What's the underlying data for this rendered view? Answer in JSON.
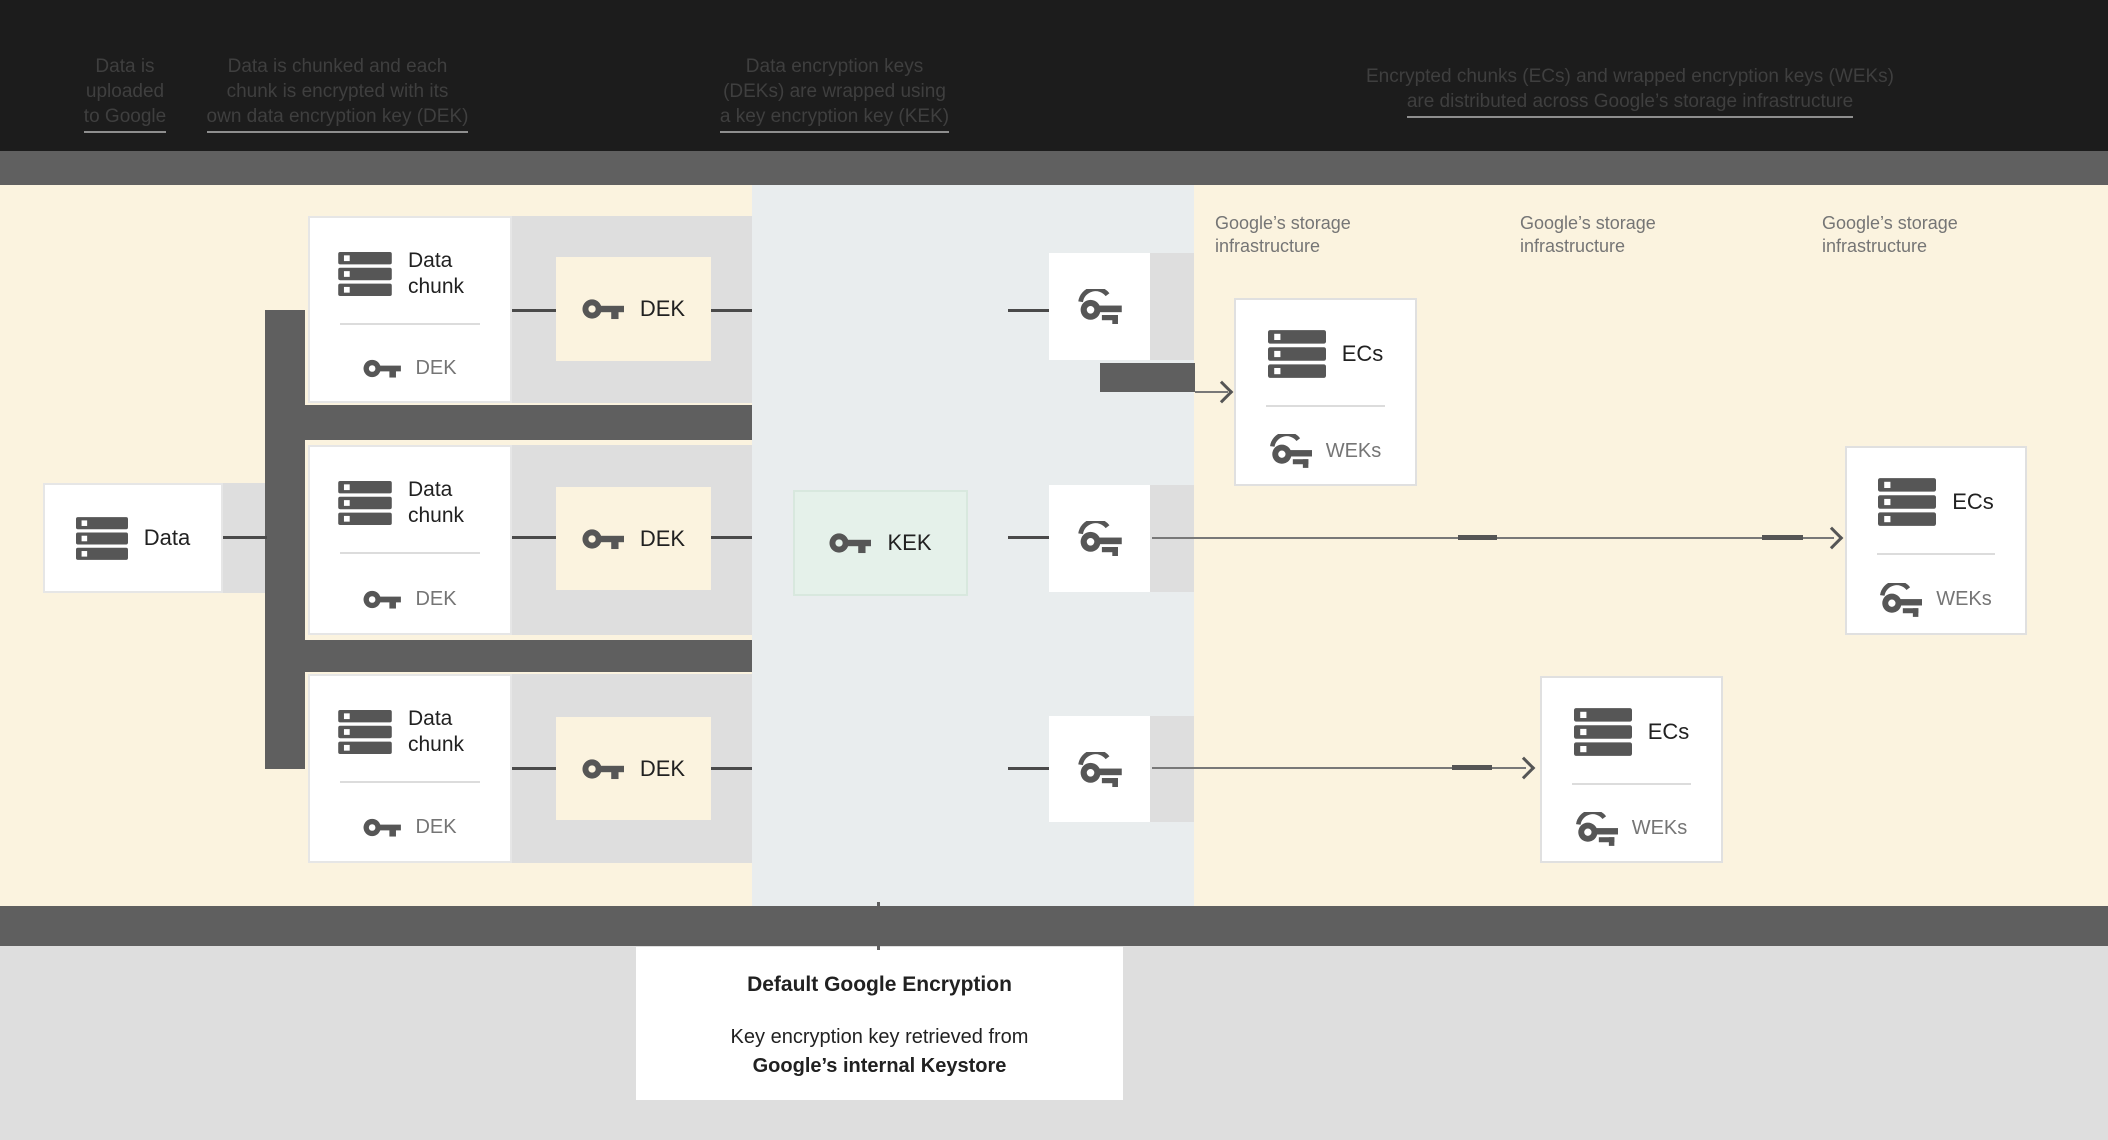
{
  "header": {
    "columns": [
      {
        "lines": [
          "Data is",
          "uploaded",
          "to Google"
        ]
      },
      {
        "lines": [
          "Data is chunked and each",
          "chunk is encrypted with its",
          "own data encryption key (DEK)"
        ]
      },
      {
        "lines": [
          "Data encryption keys",
          "(DEKs) are wrapped using",
          "a key encryption key (KEK)"
        ]
      },
      {
        "lines": [
          "Encrypted chunks (ECs) and wrapped encryption keys (WEKs)",
          "are distributed across Google’s storage infrastructure"
        ]
      }
    ]
  },
  "diagram": {
    "data_box": {
      "label": "Data"
    },
    "chunk_boxes": [
      {
        "title": "Data chunk",
        "key_label": "DEK"
      },
      {
        "title": "Data chunk",
        "key_label": "DEK"
      },
      {
        "title": "Data chunk",
        "key_label": "DEK"
      }
    ],
    "dek_boxes": [
      {
        "label": "DEK"
      },
      {
        "label": "DEK"
      },
      {
        "label": "DEK"
      }
    ],
    "kek_box": {
      "label": "KEK"
    },
    "storage_labels": [
      {
        "line1": "Google’s storage",
        "line2": "infrastructure"
      },
      {
        "line1": "Google’s storage",
        "line2": "infrastructure"
      },
      {
        "line1": "Google’s storage",
        "line2": "infrastructure"
      }
    ],
    "ecs_boxes": [
      {
        "title": "ECs",
        "key_label": "WEKs"
      },
      {
        "title": "ECs",
        "key_label": "WEKs"
      },
      {
        "title": "ECs",
        "key_label": "WEKs"
      }
    ]
  },
  "footer": {
    "title": "Default Google Encryption",
    "body_line1": "Key encryption key retrieved from",
    "body_line2": "Google’s internal Keystore"
  },
  "colors": {
    "background_cream": "#FBF3DF",
    "kek_panel_bluegray": "#E9EDEE",
    "kek_box_mint": "#E5F1EA",
    "connector_dark_gray": "#5F5F5F",
    "backdrop_light_gray": "#DEDEDE",
    "icon_gray": "#565656",
    "muted_text_gray": "#757575",
    "header_black": "#1C1C1C"
  }
}
